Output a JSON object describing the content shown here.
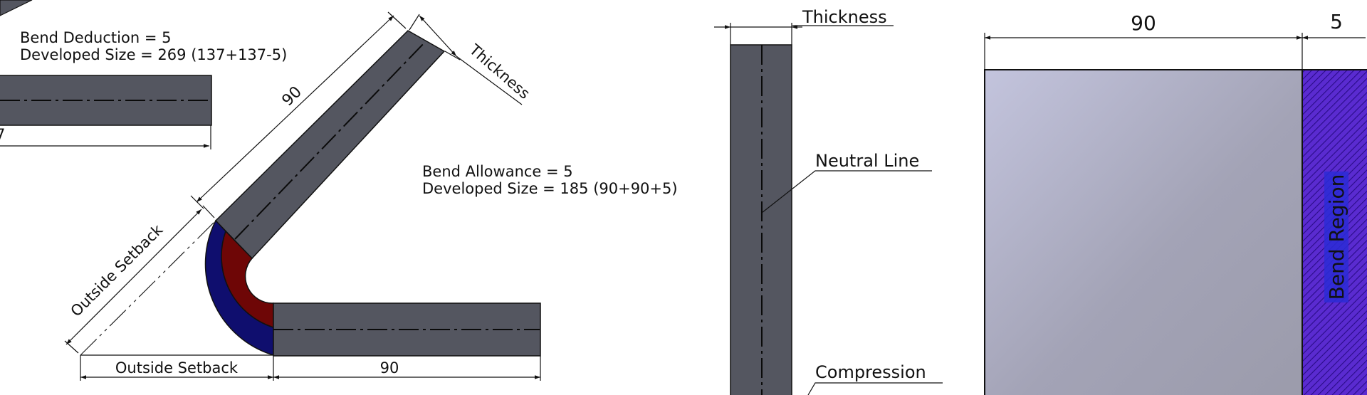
{
  "left_panel": {
    "bend_deduction_line": "Bend Deduction = 5",
    "developed_size_bd_line": "Developed Size = 269 (137+137-5)",
    "cut_dimension_value": "7"
  },
  "middle_panel": {
    "bend_allowance_line": "Bend Allowance = 5",
    "developed_size_ba_line": "Developed Size = 185 (90+90+5)",
    "dimension_leg_diagonal": "90",
    "dimension_leg_horizontal": "90",
    "thickness_label": "Thickness",
    "outside_setback_diagonal": "Outside Setback",
    "outside_setback_horizontal": "Outside Setback"
  },
  "section_view": {
    "thickness_label": "Thickness",
    "neutral_line_label": "Neutral Line",
    "compression_label": "Compression"
  },
  "flat_view": {
    "dimension_flat": "90",
    "dimension_bend": "5",
    "bend_region_label": "Bend Region"
  },
  "colors": {
    "sheet_metal": "#545660",
    "outer_bend_zone": "#0f0e6e",
    "inner_bend_zone": "#6e0606",
    "bend_region_fill": "#5a2bd0"
  }
}
